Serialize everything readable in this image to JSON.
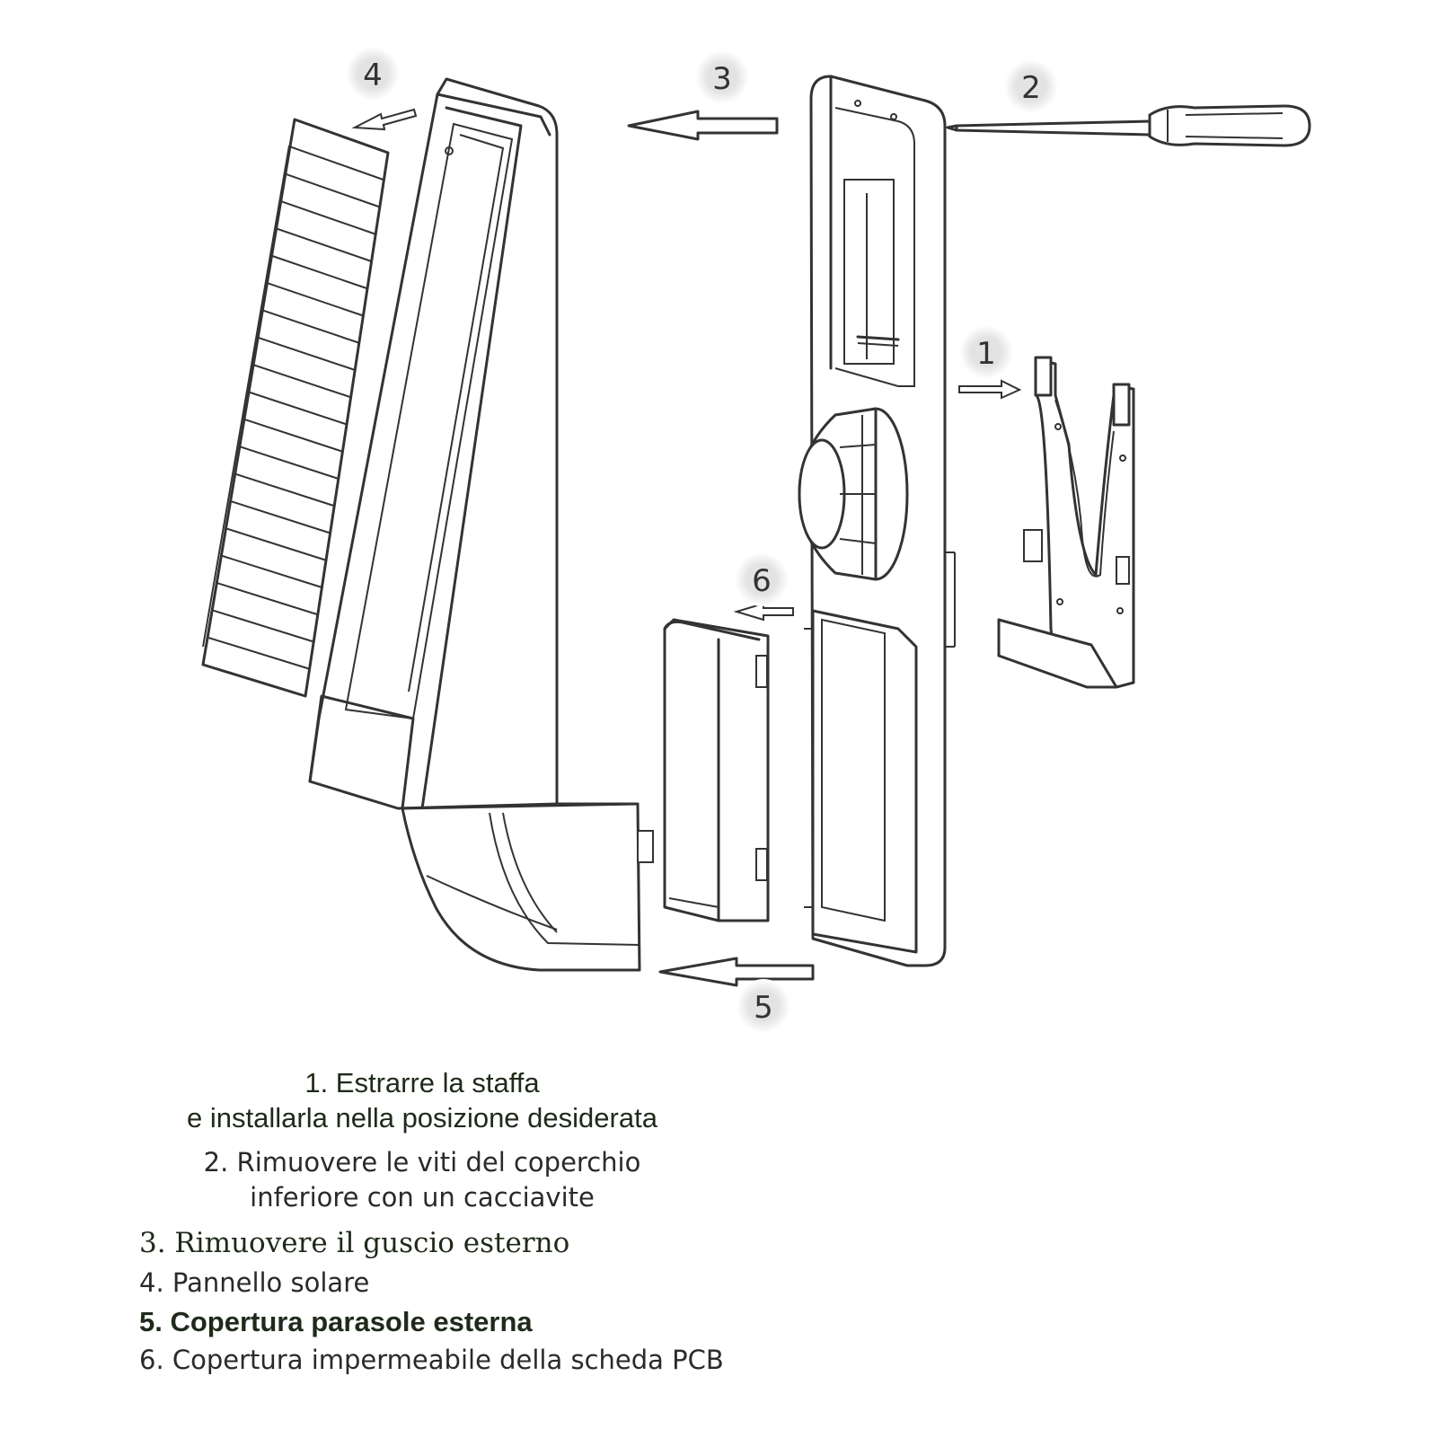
{
  "badges": {
    "b1": "1",
    "b2": "2",
    "b3": "3",
    "b4": "4",
    "b5": "5",
    "b6": "6"
  },
  "captions": {
    "step1_line1": "1. Estrarre la staffa",
    "step1_line2": "e installarla nella posizione desiderata",
    "step2_line1": "2. Rimuovere le viti del coperchio",
    "step2_line2": "inferiore con un cacciavite",
    "step3": "3. Rimuovere il guscio esterno",
    "step4": "4. Pannello solare",
    "step5": "5. Copertura parasole esterna",
    "step6": "6. Copertura impermeabile della scheda PCB"
  },
  "colors": {
    "line": "#333333",
    "badge_fill": "#e6e6e6",
    "text": "#1f2a1a"
  }
}
